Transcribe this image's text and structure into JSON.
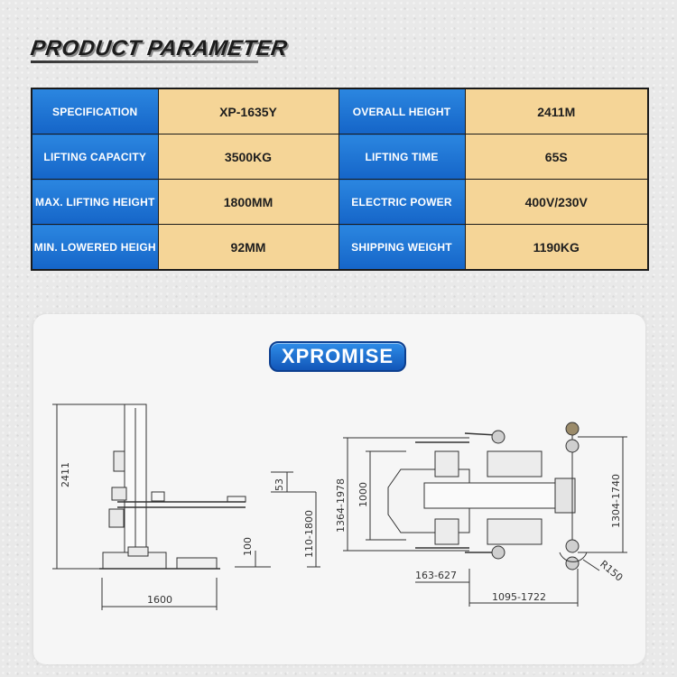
{
  "section_title": "PRODUCT PARAMETER",
  "table": {
    "rows": [
      {
        "label1": "SPECIFICATION",
        "value1": "XP-1635Y",
        "label2": "OVERALL  HEIGHT",
        "value2": "2411M"
      },
      {
        "label1": "LIFTING  CAPACITY",
        "value1": "3500KG",
        "label2": "LIFTING  TIME",
        "value2": "65S"
      },
      {
        "label1": "MAX.  LIFTING  HEIGHT",
        "value1": "1800MM",
        "label2": "ELECTRIC POWER",
        "value2": "400V/230V"
      },
      {
        "label1": "MIN.  LOWERED HEIGH",
        "value1": "92MM",
        "label2": "SHIPPING WEIGHT",
        "value2": "1190KG"
      }
    ],
    "colors": {
      "label_bg": "#1f74d6",
      "value_bg": "#f5d597"
    }
  },
  "brand": {
    "logo_text": "XPROMISE",
    "color": "#1f74d6"
  },
  "drawing": {
    "side_view": {
      "height_label": "2411",
      "arm_offset_label": "53",
      "lift_range_label": "110-1800",
      "min_height_label": "100",
      "base_length_label": "1600"
    },
    "top_view": {
      "width_range_label": "1364-1978",
      "inner_width_label": "1000",
      "right_range_label": "1304-1740",
      "radius_label": "R150",
      "arm_reach_label": "163-627",
      "arm_length_label": "1095-1722"
    }
  }
}
